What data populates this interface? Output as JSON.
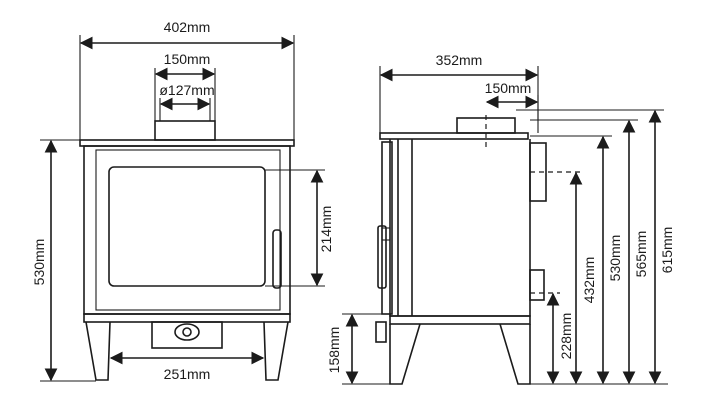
{
  "front_view": {
    "overall_width": "402mm",
    "flue_outer": "150mm",
    "flue_inner": "ø127mm",
    "body_height": "530mm",
    "glass_height": "214mm",
    "base_width": "251mm"
  },
  "side_view": {
    "overall_depth": "352mm",
    "flue_width": "150mm",
    "leg_height": "158mm",
    "height_228": "228mm",
    "height_432": "432mm",
    "height_530": "530mm",
    "height_565": "565mm",
    "height_615": "615mm"
  },
  "colors": {
    "line": "#1b1b1b",
    "background": "#ffffff"
  }
}
